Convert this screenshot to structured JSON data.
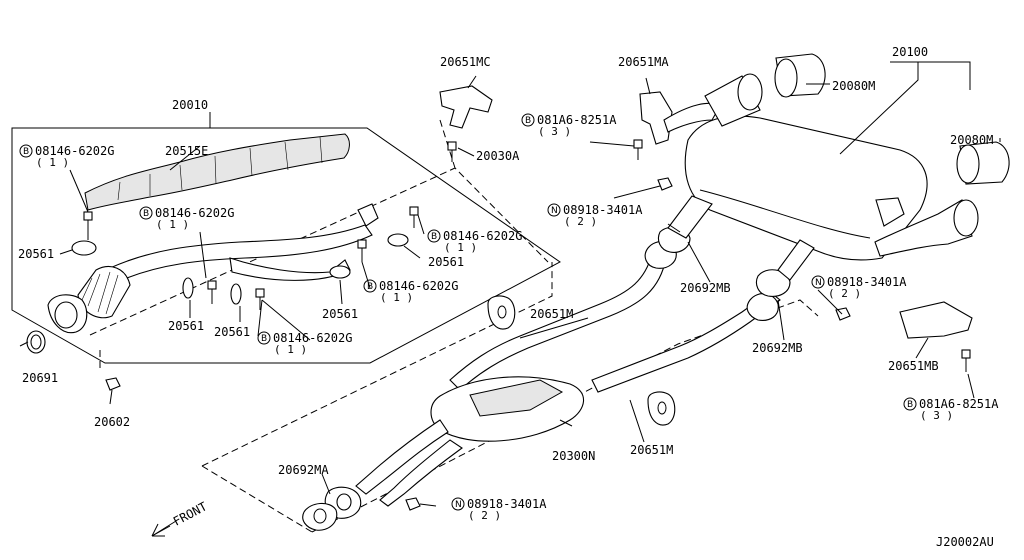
{
  "labels": {
    "l20010": "20010",
    "l20515e": "20515E",
    "l20561_a": "20561",
    "l20561_b": "20561",
    "l20561_c": "20561",
    "l20561_d": "20561",
    "l20561_e": "20561",
    "l20691": "20691",
    "l20602": "20602",
    "l20651mc": "20651MC",
    "l20030a": "20030A",
    "l20651ma": "20651MA",
    "l20100": "20100",
    "l20080m_a": "20080M",
    "l20080m_b": "20080M",
    "l20692mb_a": "20692MB",
    "l20692mb_b": "20692MB",
    "l20651m_a": "20651M",
    "l20651m_b": "20651M",
    "l20651mb": "20651MB",
    "l20300n": "20300N",
    "l20692ma": "20692MA",
    "code": "J20002AU"
  },
  "callouts": {
    "b1": {
      "prefix": "B",
      "part": "08146-6202G",
      "qty": "( 1 )"
    },
    "b2": {
      "prefix": "B",
      "part": "08146-6202G",
      "qty": "( 1 )"
    },
    "b3": {
      "prefix": "B",
      "part": "08146-6202G",
      "qty": "( 1 )"
    },
    "b4": {
      "prefix": "B",
      "part": "08146-6202G",
      "qty": "( 1 )"
    },
    "b5": {
      "prefix": "B",
      "part": "08146-6202G",
      "qty": "( 1 )"
    },
    "b6": {
      "prefix": "B",
      "part": "081A6-8251A",
      "qty": "( 3 )"
    },
    "b7": {
      "prefix": "B",
      "part": "081A6-8251A",
      "qty": "( 3 )"
    },
    "n1": {
      "prefix": "N",
      "part": "08918-3401A",
      "qty": "( 2 )"
    },
    "n2": {
      "prefix": "N",
      "part": "08918-3401A",
      "qty": "( 2 )"
    },
    "n3": {
      "prefix": "N",
      "part": "08918-3401A",
      "qty": "( 2 )"
    }
  },
  "front": "FRONT"
}
